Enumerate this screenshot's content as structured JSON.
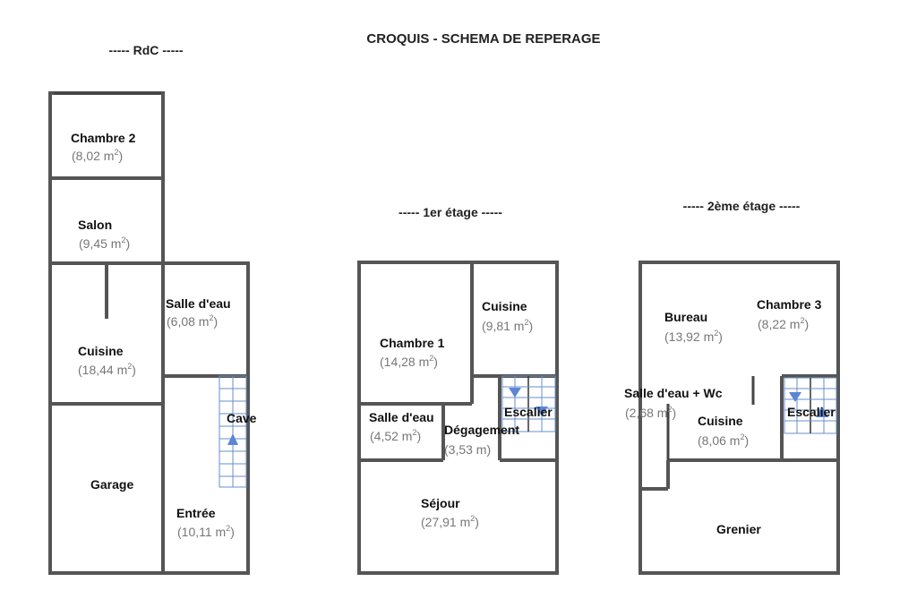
{
  "title": "CROQUIS - SCHEMA DE REPERAGE",
  "floors": {
    "rdc": "-----  RdC  -----",
    "first": "-----  1er étage  -----",
    "second": "-----  2ème étage  -----"
  },
  "rooms": {
    "chambre2": {
      "name": "Chambre 2",
      "area": "(8,02 m",
      "sup": "2",
      "close": ")"
    },
    "salon": {
      "name": "Salon",
      "area": "(9,45 m",
      "sup": "2",
      "close": ")"
    },
    "cuisine_rdc": {
      "name": "Cuisine",
      "area": "(18,44 m",
      "sup": "2",
      "close": ")"
    },
    "salle_eau_rdc": {
      "name": "Salle d'eau",
      "area": "(6,08 m",
      "sup": "2",
      "close": ")"
    },
    "cave": {
      "name": "Cave"
    },
    "garage": {
      "name": "Garage"
    },
    "entree": {
      "name": "Entrée",
      "area": "(10,11 m",
      "sup": "2",
      "close": ")"
    },
    "chambre1": {
      "name": "Chambre 1",
      "area": "(14,28 m",
      "sup": "2",
      "close": ")"
    },
    "cuisine_1": {
      "name": "Cuisine",
      "area": "(9,81 m",
      "sup": "2",
      "close": ")"
    },
    "salle_eau_1": {
      "name": "Salle d'eau",
      "area": "(4,52 m",
      "sup": "2",
      "close": ")"
    },
    "degagement": {
      "name": "Dégagement",
      "area": "(3,53 m",
      "close": ")"
    },
    "escalier_1": {
      "name": "Escalier"
    },
    "sejour": {
      "name": "Séjour",
      "area": "(27,91 m",
      "sup": "2",
      "close": ")"
    },
    "bureau": {
      "name": "Bureau",
      "area": "(13,92 m",
      "sup": "2",
      "close": ")"
    },
    "chambre3": {
      "name": "Chambre 3",
      "area": "(8,22 m",
      "sup": "2",
      "close": ")"
    },
    "salle_eau_wc": {
      "name": "Salle d'eau + Wc",
      "area": "(2,68 m",
      "sup": "2",
      "close": ")"
    },
    "escalier_2": {
      "name": "Escalier"
    },
    "cuisine_2": {
      "name": "Cuisine",
      "area": "(8,06 m",
      "sup": "2",
      "close": ")"
    },
    "grenier": {
      "name": "Grenier"
    }
  }
}
